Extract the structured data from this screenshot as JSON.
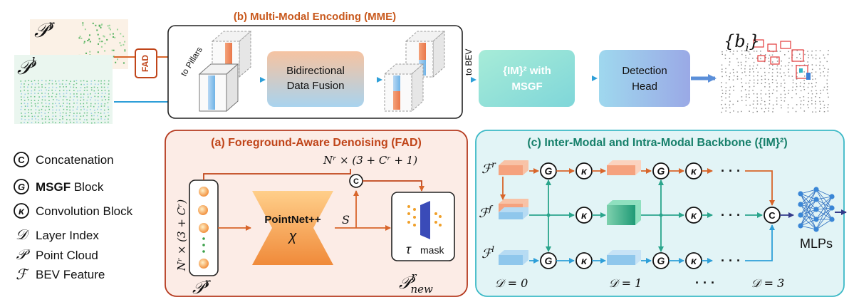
{
  "mme": {
    "title": "(b) Multi-Modal Encoding (MME)"
  },
  "fad": {
    "title": "(a) Foreground-Aware Denoising (FAD)"
  },
  "backbone": {
    "title": "(c) Inter-Modal and Intra-Modal Backbone ({IM}²)"
  },
  "inputs": {
    "radar_symbol": "𝒫",
    "radar_sup": "r",
    "lidar_symbol": "𝒫",
    "lidar_sup": "l"
  },
  "blocks": {
    "fad_tag": "FAD",
    "to_pillars": "to Pillars",
    "fusion_line1": "Bidirectional",
    "fusion_line2": "Data Fusion",
    "to_bev": "to BEV",
    "im2_line1": "{IM}² with",
    "im2_line2": "MSGF",
    "head_line1": "Detection",
    "head_line2": "Head",
    "output": "{b",
    "output_sub": "i",
    "output_close": "}"
  },
  "legend": [
    {
      "sym": "C",
      "bold": "",
      "text": "Concatenation"
    },
    {
      "sym": "G",
      "bold": "MSGF",
      "text": " Block"
    },
    {
      "sym": "κ",
      "bold": "",
      "text": "Convolution Block"
    },
    {
      "sym": "𝒟",
      "bold": "",
      "text": "Layer Index"
    },
    {
      "sym": "𝒫",
      "bold": "",
      "text": "Point Cloud"
    },
    {
      "sym": "ℱ",
      "bold": "",
      "text": "BEV Feature"
    }
  ],
  "fad_detail": {
    "dim_label": "Nʳ × (3 + Cʳ + 1)",
    "side_label": "Nʳ × (3 + Cʳ)",
    "concat_sym": "C",
    "pointnet": "PointNet++",
    "chi": "χ",
    "s_label": "S",
    "tau": "τ",
    "mask": "mask",
    "pr": "𝒫",
    "pr_sup": "r",
    "prnew": "𝒫",
    "prnew_sup": "r",
    "prnew_sub": "new"
  },
  "backbone_detail": {
    "fr": "ℱ",
    "fr_sup": "r",
    "ff": "ℱ",
    "ff_sup": "f",
    "fl": "ℱ",
    "fl_sup": "l",
    "g": "G",
    "k": "κ",
    "c": "C",
    "dots": "· · ·",
    "d0": "𝒟 = 0",
    "d1": "𝒟 = 1",
    "d3": "𝒟 = 3",
    "mlps": "MLPs"
  },
  "colors": {
    "orange": "#d8652a",
    "teal": "#2aa58c",
    "blue": "#2e9fd8",
    "mme_title": "#c8581c",
    "fad_title": "#c0451a",
    "bb_title": "#17806b",
    "fad_panel": "#fcece6",
    "bb_panel": "#e2f4f6"
  }
}
